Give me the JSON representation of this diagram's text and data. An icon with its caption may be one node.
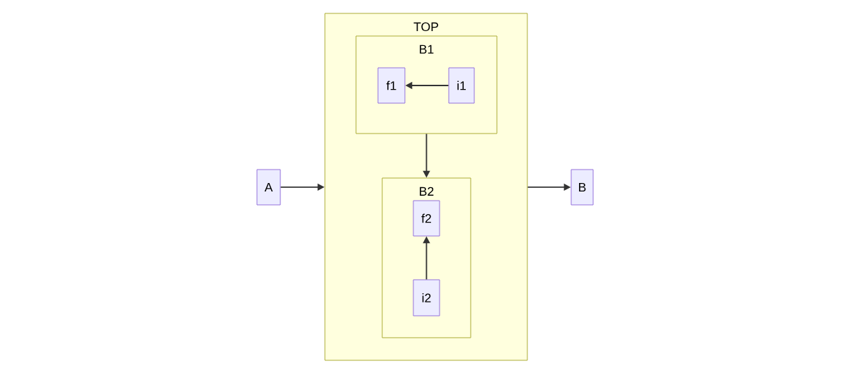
{
  "diagram": {
    "nodes": [
      {
        "text": [
          "TOP"
        ]
      },
      {
        "text": [
          "B1"
        ],
        "in": 0
      },
      {
        "text": [
          "f1"
        ],
        "in": 1
      },
      {
        "text": [
          "i1"
        ],
        "in": 1
      },
      {
        "text": [
          "B2"
        ],
        "in": 0
      },
      {
        "text": [
          "f2"
        ],
        "in": 4
      },
      {
        "text": [
          "i2"
        ],
        "in": 4
      },
      {
        "text": [
          "A"
        ]
      },
      {
        "text": [
          "B"
        ]
      }
    ],
    "edges": [
      {
        "from": 3,
        "to": 2,
        "arrow": "to"
      },
      {
        "from": 1,
        "to": 4,
        "arrow": "to"
      },
      {
        "from": 6,
        "to": 5,
        "arrow": "to"
      },
      {
        "from": 7,
        "to": 0,
        "arrow": "to"
      },
      {
        "from": 0,
        "to": 8,
        "arrow": "to"
      }
    ]
  }
}
